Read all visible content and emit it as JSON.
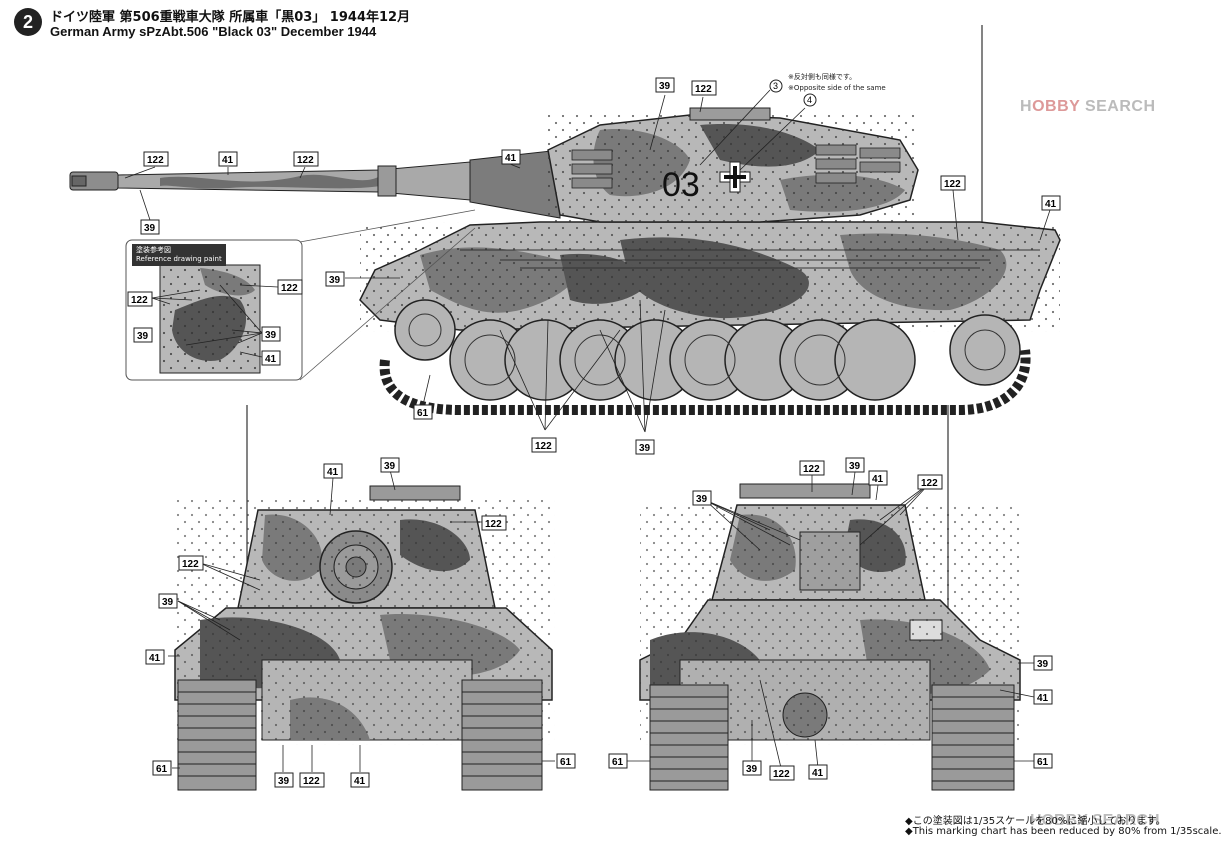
{
  "header": {
    "badge": "2",
    "title_jp": "ドイツ陸軍 第506重戦車大隊 所属車「黒03」 1944年12月",
    "title_en": "German Army sPzAbt.506 \"Black 03\" December 1944"
  },
  "notes": {
    "opposite_jp": "※反対側も同様です。",
    "opposite_en": "※Opposite side of the same"
  },
  "hull_number": "03",
  "reference": {
    "title_jp": "塗装参考図",
    "title_en": "Reference drawing paint"
  },
  "footer": {
    "line1": "◆この塗装図は1/35スケールを80%に縮小しております。",
    "line2": "◆This marking chart has been reduced by 80% from 1/35scale."
  },
  "watermark": {
    "a": "H",
    "b": "OBBY",
    "c": " SEARCH"
  },
  "callouts": {
    "c39": "39",
    "c41": "41",
    "c61": "61",
    "c122": "122",
    "n3": "3",
    "n4": "4"
  },
  "colors": {
    "dark_yellow": "#b8b8b8",
    "olive_green": "#7a7a7a",
    "red_brown": "#555555",
    "line": "#222222"
  }
}
